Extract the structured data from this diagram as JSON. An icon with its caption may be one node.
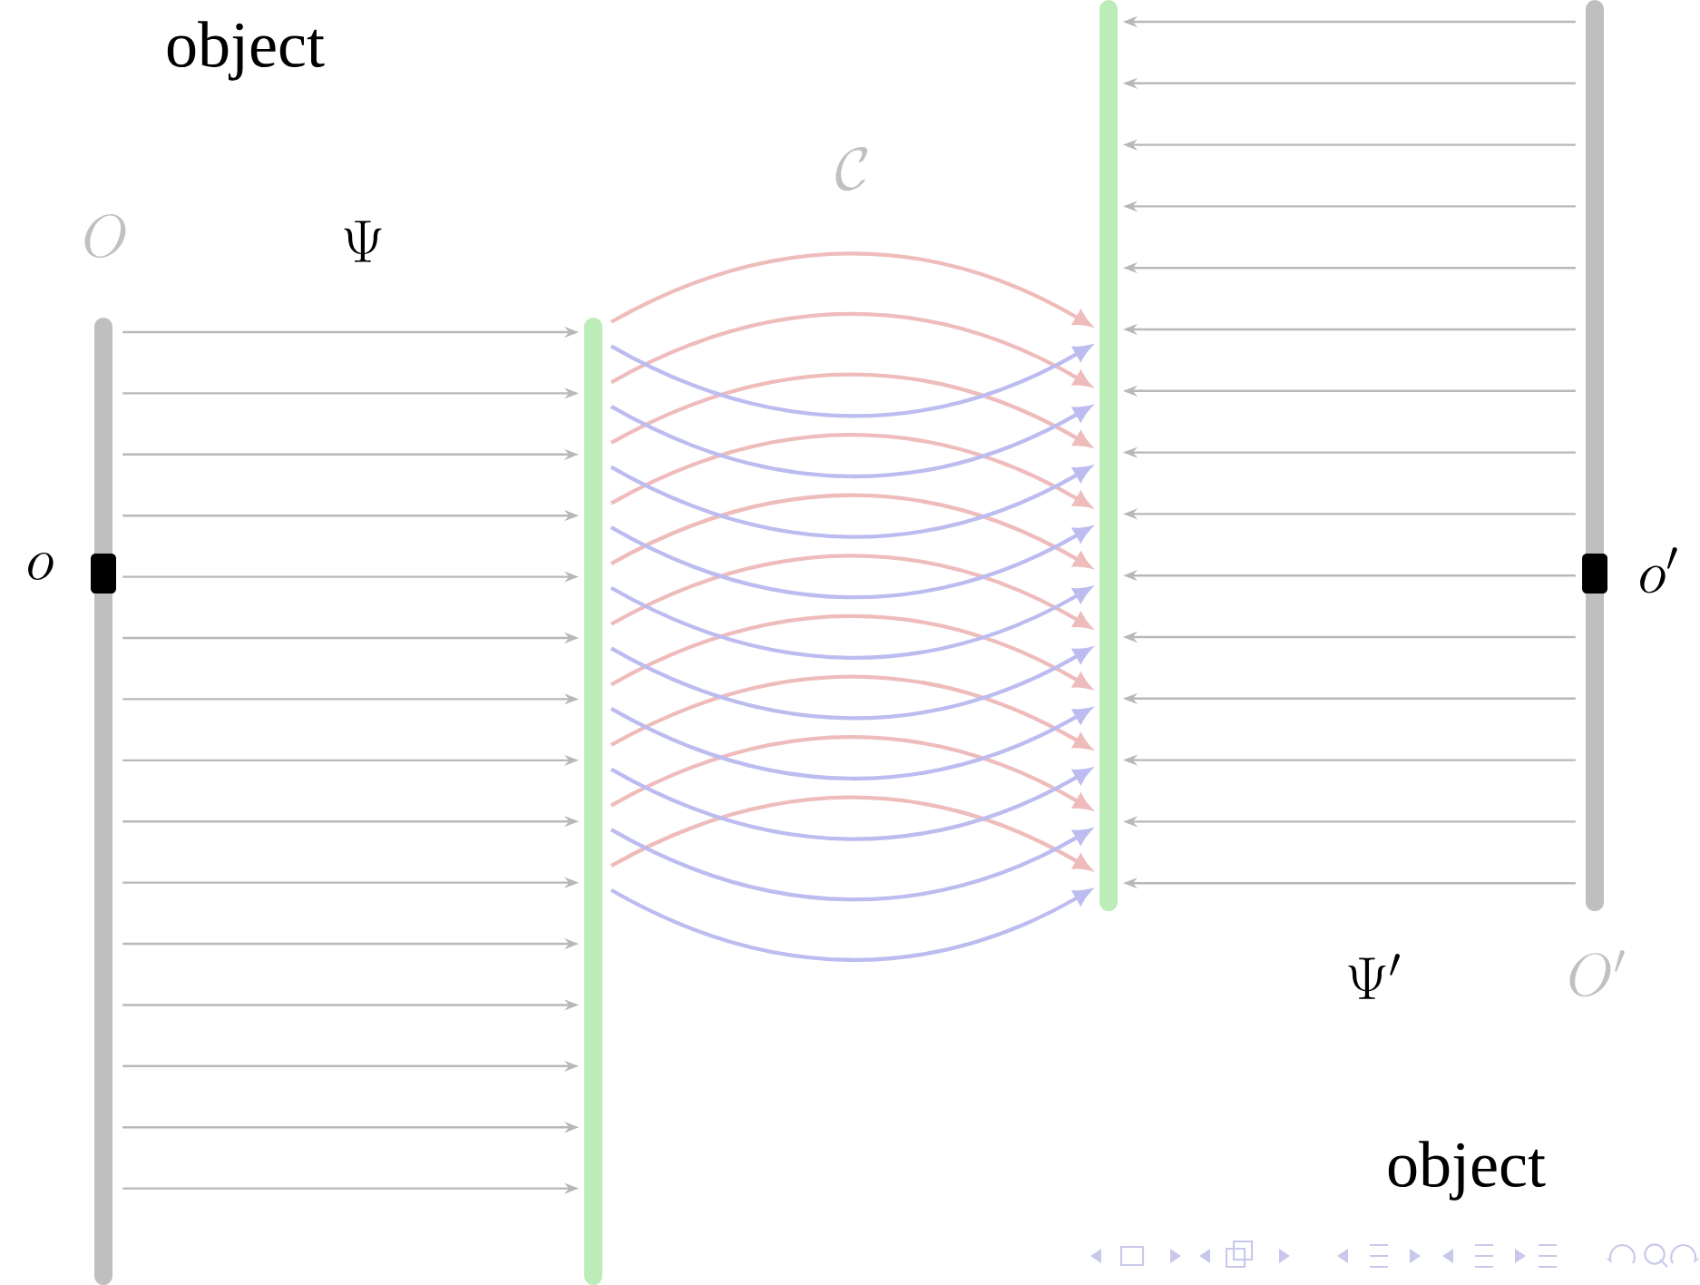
{
  "diagram": {
    "nodes": [
      {
        "text": [],
        "shape": "bar"
      },
      {
        "text": [],
        "shape": "bar"
      },
      {
        "text": [],
        "shape": "bar"
      },
      {
        "text": [],
        "shape": "bar"
      }
    ],
    "edges": [
      {
        "from": 0,
        "to": 1,
        "arrow": "to"
      },
      {
        "from": 0,
        "to": 1,
        "arrow": "to"
      },
      {
        "from": 0,
        "to": 1,
        "arrow": "to"
      },
      {
        "from": 0,
        "to": 1,
        "arrow": "to"
      },
      {
        "from": 0,
        "to": 1,
        "arrow": "to"
      },
      {
        "from": 0,
        "to": 1,
        "arrow": "to"
      },
      {
        "from": 0,
        "to": 1,
        "arrow": "to"
      },
      {
        "from": 0,
        "to": 1,
        "arrow": "to"
      },
      {
        "from": 0,
        "to": 1,
        "arrow": "to"
      },
      {
        "from": 0,
        "to": 1,
        "arrow": "to"
      },
      {
        "from": 0,
        "to": 1,
        "arrow": "to"
      },
      {
        "from": 0,
        "to": 1,
        "arrow": "to"
      },
      {
        "from": 0,
        "to": 1,
        "arrow": "to"
      },
      {
        "from": 0,
        "to": 1,
        "arrow": "to"
      },
      {
        "from": 0,
        "to": 1,
        "arrow": "to"
      },
      {
        "from": 1,
        "to": 2,
        "arrow": "to",
        "color": "#efbcbc"
      },
      {
        "from": 1,
        "to": 2,
        "arrow": "to",
        "color": "#efbcbc"
      },
      {
        "from": 1,
        "to": 2,
        "arrow": "to",
        "color": "#efbcbc"
      },
      {
        "from": 1,
        "to": 2,
        "arrow": "to",
        "color": "#efbcbc"
      },
      {
        "from": 1,
        "to": 2,
        "arrow": "to",
        "color": "#efbcbc"
      },
      {
        "from": 1,
        "to": 2,
        "arrow": "to",
        "color": "#efbcbc"
      },
      {
        "from": 1,
        "to": 2,
        "arrow": "to",
        "color": "#efbcbc"
      },
      {
        "from": 1,
        "to": 2,
        "arrow": "to",
        "color": "#efbcbc"
      },
      {
        "from": 1,
        "to": 2,
        "arrow": "to",
        "color": "#efbcbc"
      },
      {
        "from": 1,
        "to": 2,
        "arrow": "to",
        "color": "#efbcbc"
      },
      {
        "from": 1,
        "to": 2,
        "arrow": "to",
        "color": "#bcbcf0"
      },
      {
        "from": 1,
        "to": 2,
        "arrow": "to",
        "color": "#bcbcf0"
      },
      {
        "from": 1,
        "to": 2,
        "arrow": "to",
        "color": "#bcbcf0"
      },
      {
        "from": 1,
        "to": 2,
        "arrow": "to",
        "color": "#bcbcf0"
      },
      {
        "from": 1,
        "to": 2,
        "arrow": "to",
        "color": "#bcbcf0"
      },
      {
        "from": 1,
        "to": 2,
        "arrow": "to",
        "color": "#bcbcf0"
      },
      {
        "from": 1,
        "to": 2,
        "arrow": "to",
        "color": "#bcbcf0"
      },
      {
        "from": 1,
        "to": 2,
        "arrow": "to",
        "color": "#bcbcf0"
      },
      {
        "from": 1,
        "to": 2,
        "arrow": "to",
        "color": "#bcbcf0"
      },
      {
        "from": 1,
        "to": 2,
        "arrow": "to",
        "color": "#bcbcf0"
      },
      {
        "from": 3,
        "to": 2,
        "arrow": "to"
      },
      {
        "from": 3,
        "to": 2,
        "arrow": "to"
      },
      {
        "from": 3,
        "to": 2,
        "arrow": "to"
      },
      {
        "from": 3,
        "to": 2,
        "arrow": "to"
      },
      {
        "from": 3,
        "to": 2,
        "arrow": "to"
      },
      {
        "from": 3,
        "to": 2,
        "arrow": "to"
      },
      {
        "from": 3,
        "to": 2,
        "arrow": "to"
      },
      {
        "from": 3,
        "to": 2,
        "arrow": "to"
      },
      {
        "from": 3,
        "to": 2,
        "arrow": "to"
      },
      {
        "from": 3,
        "to": 2,
        "arrow": "to"
      },
      {
        "from": 3,
        "to": 2,
        "arrow": "to"
      },
      {
        "from": 3,
        "to": 2,
        "arrow": "to"
      },
      {
        "from": 3,
        "to": 2,
        "arrow": "to"
      },
      {
        "from": 3,
        "to": 2,
        "arrow": "to"
      },
      {
        "from": 3,
        "to": 2,
        "arrow": "to"
      }
    ],
    "labels": [
      "object",
      "O",
      "\\Psi",
      "\\mathcal{C}",
      "o",
      "o'",
      "\\Psi'",
      "O'",
      "object"
    ]
  }
}
